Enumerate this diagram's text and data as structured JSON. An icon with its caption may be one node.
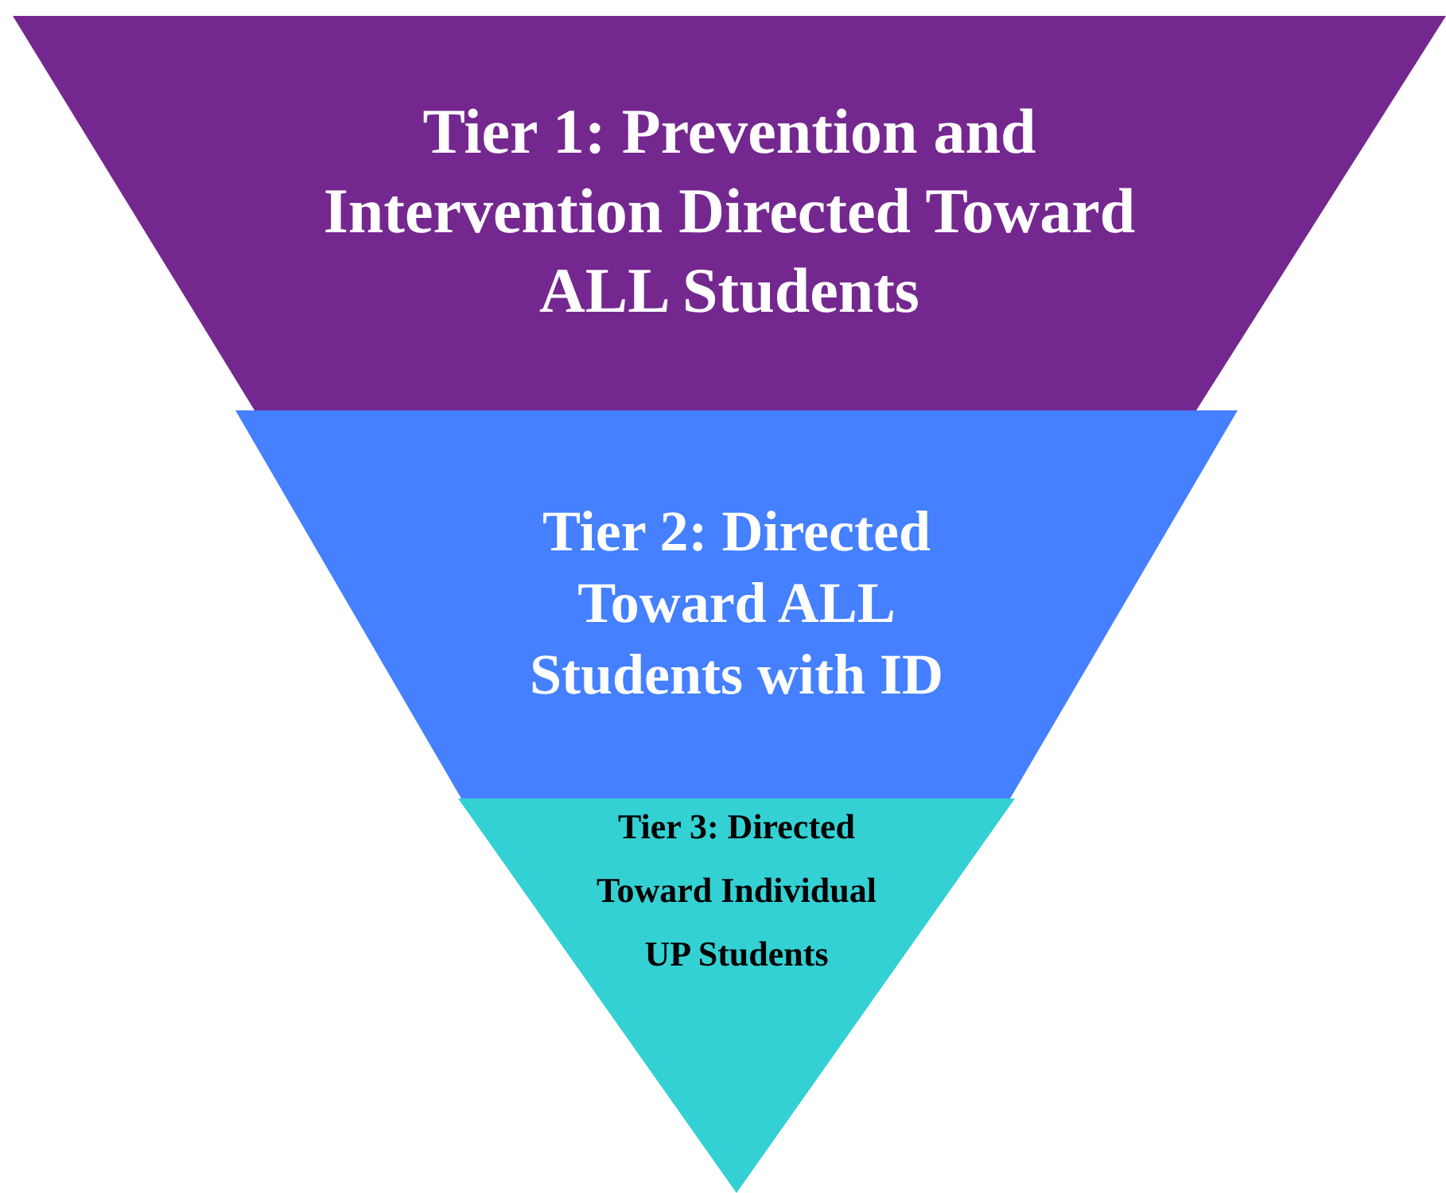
{
  "diagram": {
    "nodes": [
      {
        "text": [
          "Tier 1: Prevention and Intervention Directed Toward ALL Students"
        ]
      },
      {
        "text": [
          "Tier 2: Directed Toward ALL Students with ID"
        ]
      },
      {
        "text": [
          "Tier 3: Directed Toward Individual UP Students"
        ]
      }
    ]
  }
}
